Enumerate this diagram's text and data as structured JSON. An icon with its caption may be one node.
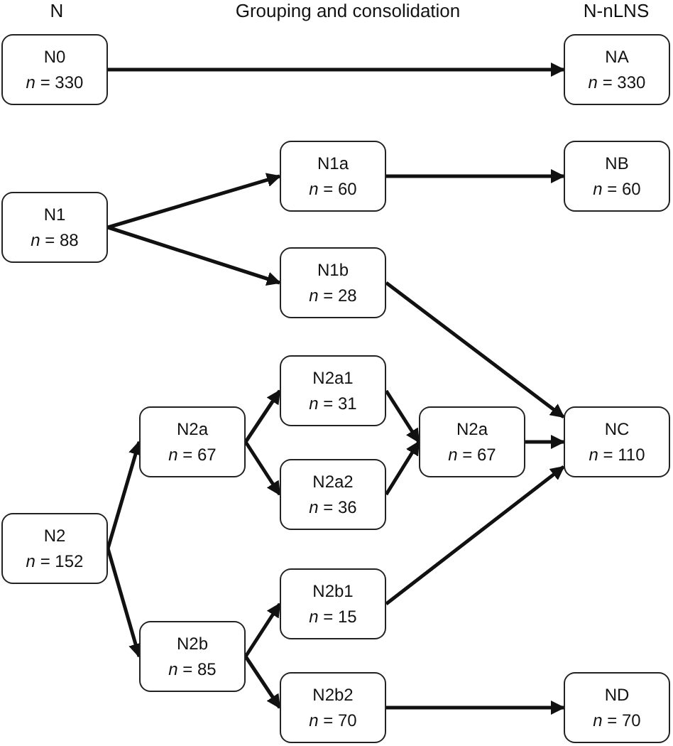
{
  "diagram": {
    "nodes": [
      {
        "text": [
          "N0",
          "*n* = 330"
        ]
      },
      {
        "text": [
          "NA",
          "*n* = 330"
        ]
      },
      {
        "text": [
          "N1a",
          "*n* = 60"
        ]
      },
      {
        "text": [
          "NB",
          "*n* = 60"
        ]
      },
      {
        "text": [
          "N1",
          "*n* = 88"
        ]
      },
      {
        "text": [
          "N1b",
          "*n* = 28"
        ]
      },
      {
        "text": [
          "N2a1",
          "*n* = 31"
        ]
      },
      {
        "text": [
          "N2a",
          "*n* = 67"
        ]
      },
      {
        "text": [
          "N2a",
          "*n* = 67"
        ]
      },
      {
        "text": [
          "NC",
          "*n* = 110"
        ]
      },
      {
        "text": [
          "N2a2",
          "*n* = 36"
        ]
      },
      {
        "text": [
          "N2",
          "*n* = 152"
        ]
      },
      {
        "text": [
          "N2b1",
          "*n* = 15"
        ]
      },
      {
        "text": [
          "N2b",
          "*n* = 85"
        ]
      },
      {
        "text": [
          "N2b2",
          "*n* = 70"
        ]
      },
      {
        "text": [
          "ND",
          "*n* = 70"
        ]
      }
    ],
    "edges": [
      {
        "from": 0,
        "to": 1,
        "arrow": "to"
      },
      {
        "from": 4,
        "to": 2,
        "arrow": "to"
      },
      {
        "from": 4,
        "to": 5,
        "arrow": "to"
      },
      {
        "from": 2,
        "to": 3,
        "arrow": "to"
      },
      {
        "from": 5,
        "to": 9,
        "arrow": "to"
      },
      {
        "from": 11,
        "to": 7,
        "arrow": "to"
      },
      {
        "from": 11,
        "to": 13,
        "arrow": "to"
      },
      {
        "from": 7,
        "to": 6,
        "arrow": "to"
      },
      {
        "from": 7,
        "to": 10,
        "arrow": "to"
      },
      {
        "from": 6,
        "to": 8,
        "arrow": "to"
      },
      {
        "from": 10,
        "to": 8,
        "arrow": "to"
      },
      {
        "from": 8,
        "to": 9,
        "arrow": "to"
      },
      {
        "from": 13,
        "to": 12,
        "arrow": "to"
      },
      {
        "from": 13,
        "to": 14,
        "arrow": "to"
      },
      {
        "from": 12,
        "to": 9,
        "arrow": "to"
      },
      {
        "from": 14,
        "to": 15,
        "arrow": "to"
      }
    ],
    "labels": [
      "N",
      "Grouping and consolidation",
      "N-nLNS"
    ]
  }
}
